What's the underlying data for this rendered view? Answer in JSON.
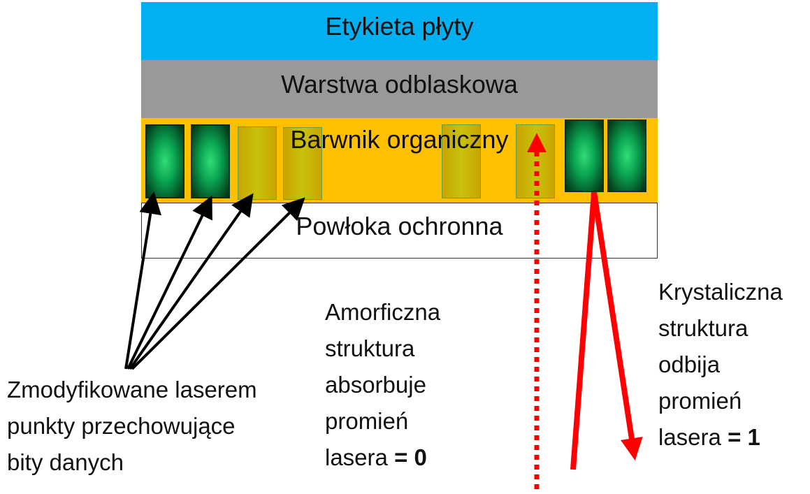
{
  "layers": {
    "label": {
      "text": "Etykieta płyty",
      "color": "#00b0f0"
    },
    "reflective": {
      "text": "Warstwa odblaskowa",
      "color": "#999999"
    },
    "dye": {
      "text": "Barwnik organiczny",
      "color": "#ffc000"
    },
    "protective": {
      "text": "Powłoka ochronna",
      "color": "#ffffff"
    }
  },
  "pits": [
    {
      "state": "modified"
    },
    {
      "state": "modified"
    },
    {
      "state": "unmodified"
    },
    {
      "state": "unmodified"
    },
    {
      "state": "unmodified"
    },
    {
      "state": "unmodified"
    },
    {
      "state": "modified"
    },
    {
      "state": "modified"
    }
  ],
  "captions": {
    "modified": [
      "Zmodyfikowane laserem",
      "punkty przechowujące",
      "bity danych"
    ],
    "amorphous": {
      "lines": [
        "Amorficzna",
        "struktura",
        "absorbuje",
        "promień"
      ],
      "last_prefix": "lasera",
      "last_value": "= 0"
    },
    "crystalline": {
      "lines": [
        "Krystaliczna",
        "struktura",
        "odbija",
        "promień"
      ],
      "last_prefix": "lasera",
      "last_value": "= 1"
    }
  },
  "colors": {
    "laser": "#ff0000",
    "pointer": "#000000"
  }
}
